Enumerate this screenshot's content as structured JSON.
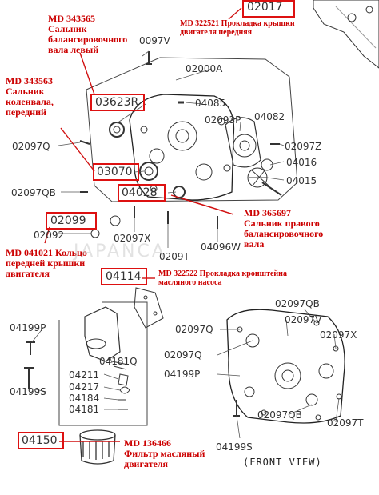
{
  "parts": [
    {
      "id": "p02017",
      "code": "02017",
      "boxed": true
    },
    {
      "id": "p0097v",
      "code": "0097V",
      "boxed": false
    },
    {
      "id": "p02000a",
      "code": "02000A",
      "boxed": false
    },
    {
      "id": "p03623r",
      "code": "03623R",
      "boxed": true
    },
    {
      "id": "p04085",
      "code": "04085",
      "boxed": false
    },
    {
      "id": "p02093p",
      "code": "02093P",
      "boxed": false
    },
    {
      "id": "p04082",
      "code": "04082",
      "boxed": false
    },
    {
      "id": "p02097q_a",
      "code": "02097Q",
      "boxed": false
    },
    {
      "id": "p02097z",
      "code": "02097Z",
      "boxed": false
    },
    {
      "id": "p03070",
      "code": "03070",
      "boxed": true
    },
    {
      "id": "p04016",
      "code": "04016",
      "boxed": false
    },
    {
      "id": "p04015",
      "code": "04015",
      "boxed": false
    },
    {
      "id": "p02097qb_a",
      "code": "02097QB",
      "boxed": false
    },
    {
      "id": "p04028",
      "code": "04028",
      "boxed": true
    },
    {
      "id": "p02099",
      "code": "02099",
      "boxed": true
    },
    {
      "id": "p02092",
      "code": "02092",
      "boxed": false
    },
    {
      "id": "p02097x_a",
      "code": "02097X",
      "boxed": false
    },
    {
      "id": "p04096w",
      "code": "04096W",
      "boxed": false
    },
    {
      "id": "p0209t",
      "code": "0209T",
      "boxed": false
    },
    {
      "id": "p04114",
      "code": "04114",
      "boxed": true
    },
    {
      "id": "p02097qb_b",
      "code": "02097QB",
      "boxed": false
    },
    {
      "id": "p02097v",
      "code": "02097V",
      "boxed": false
    },
    {
      "id": "p04199p_a",
      "code": "04199P",
      "boxed": false
    },
    {
      "id": "p02097q_b",
      "code": "02097Q",
      "boxed": false
    },
    {
      "id": "p02097x_b",
      "code": "02097X",
      "boxed": false
    },
    {
      "id": "p04181q",
      "code": "04181Q",
      "boxed": false
    },
    {
      "id": "p02097q_c",
      "code": "02097Q",
      "boxed": false
    },
    {
      "id": "p04199p_b",
      "code": "04199P",
      "boxed": false
    },
    {
      "id": "p04211",
      "code": "04211",
      "boxed": false
    },
    {
      "id": "p04217",
      "code": "04217",
      "boxed": false
    },
    {
      "id": "p04199s_a",
      "code": "04199S",
      "boxed": false
    },
    {
      "id": "p04184",
      "code": "04184",
      "boxed": false
    },
    {
      "id": "p04181",
      "code": "04181",
      "boxed": false
    },
    {
      "id": "p02097qb_c",
      "code": "02097QB",
      "boxed": false
    },
    {
      "id": "p02097t",
      "code": "02097T",
      "boxed": false
    },
    {
      "id": "p04150",
      "code": "04150",
      "boxed": true
    },
    {
      "id": "p04199s_b",
      "code": "04199S",
      "boxed": false
    }
  ],
  "notes": [
    {
      "id": "n343565",
      "text": "MD 343565\nСальник\nбалансировочного\nвала левый"
    },
    {
      "id": "n322521",
      "text": "MD 322521 Прокладка крышки\nдвигателя передняя"
    },
    {
      "id": "n343563",
      "text": "MD 343563\nСальник\nколенвала,\nпередний"
    },
    {
      "id": "n365697",
      "text": "MD 365697\nСальник правого\nбалансировочного\nвала"
    },
    {
      "id": "n041021",
      "text": "MD 041021 Кольцо\nпередней крышки\nдвигателя"
    },
    {
      "id": "n322522",
      "text": "MD 322522 Прокладка кронштейна\nмасляного насоса"
    },
    {
      "id": "n136466",
      "text": "MD 136466\nФильтр масляный\nдвигателя"
    }
  ],
  "view_label": "(FRONT VIEW)",
  "watermark": "JAPANCA",
  "colors": {
    "accent_red": "#d11111",
    "note_red": "#c00000",
    "line": "#333333",
    "label": "#333333"
  }
}
